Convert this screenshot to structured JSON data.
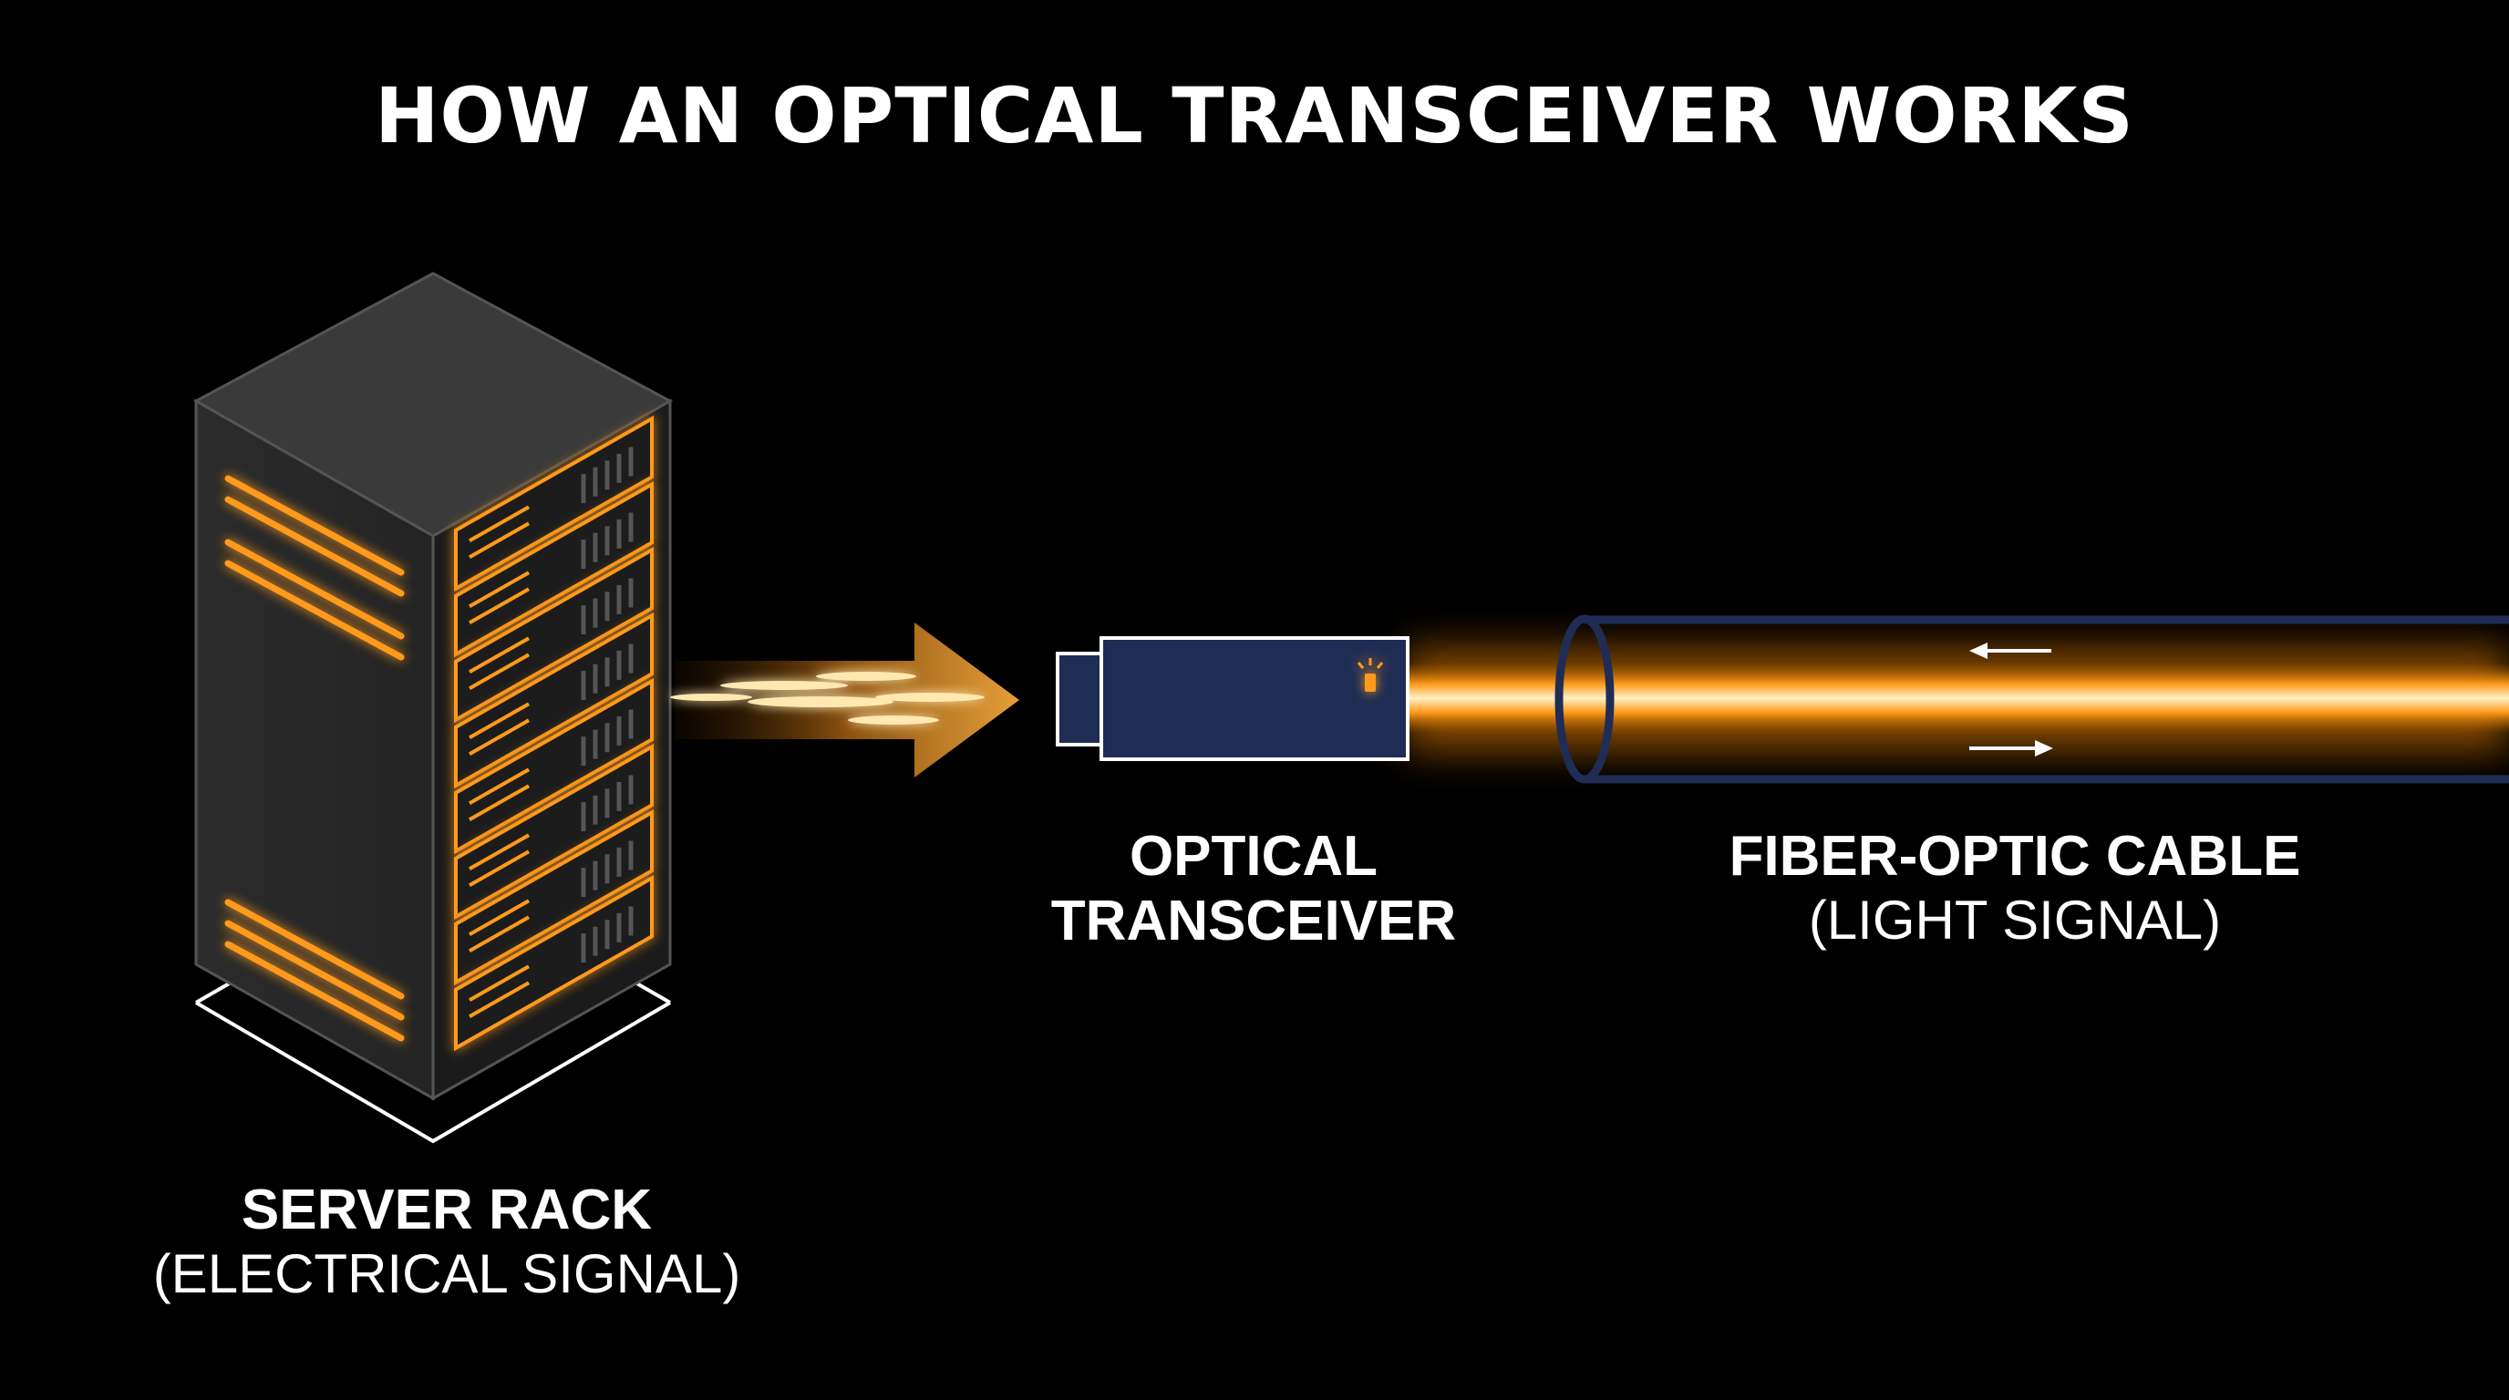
{
  "title": "HOW AN OPTICAL TRANSCEIVER WORKS",
  "server": {
    "label": "SERVER RACK",
    "sub": "(ELECTRICAL SIGNAL)"
  },
  "transceiver": {
    "label_line1": "OPTICAL",
    "label_line2": "TRANSCEIVER"
  },
  "cable": {
    "label": "FIBER-OPTIC CABLE",
    "sub": "(LIGHT SIGNAL)"
  },
  "colors": {
    "background": "#000000",
    "glow": "#ff9a1a",
    "light": "#ffd27a",
    "module": "#1f2d55",
    "rack": "#2b2b2b"
  }
}
